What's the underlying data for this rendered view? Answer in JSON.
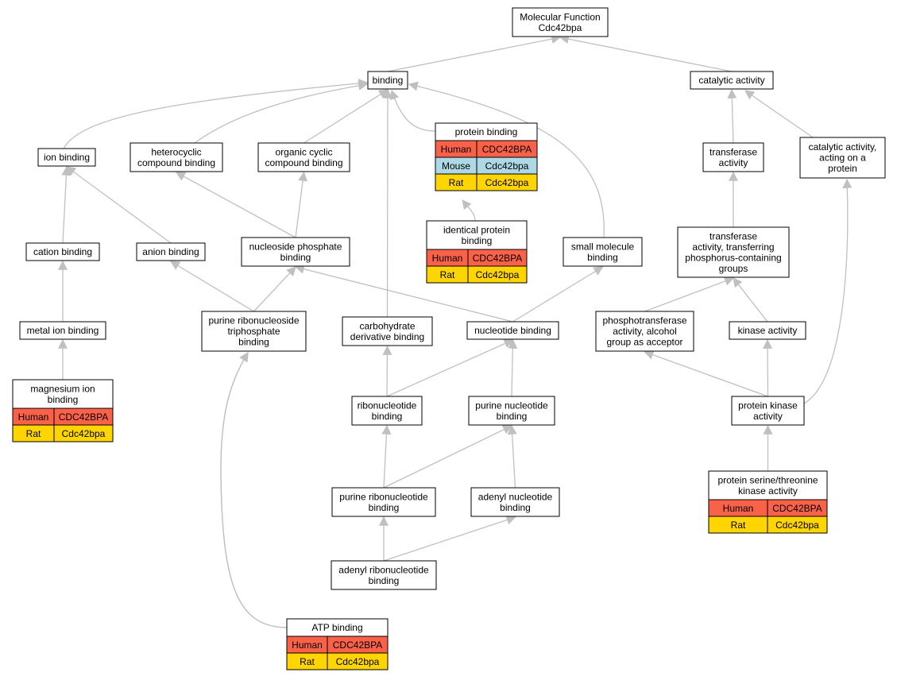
{
  "colors": {
    "edge": "#c0c0c0",
    "node_border": "#000000",
    "human": "#fa6149",
    "mouse": "#add8e6",
    "rat": "#ffd500"
  },
  "nodes": {
    "root": [
      "Molecular Function",
      "Cdc42bpa"
    ],
    "binding": [
      "binding"
    ],
    "catalytic": [
      "catalytic activity"
    ],
    "ion": [
      "ion binding"
    ],
    "heterocyclic": [
      "heterocyclic",
      "compound binding"
    ],
    "organic": [
      "organic cyclic",
      "compound binding"
    ],
    "protein_binding": [
      "protein binding"
    ],
    "transferase": [
      "transferase",
      "activity"
    ],
    "cat_protein": [
      "catalytic activity,",
      "acting on a",
      "protein"
    ],
    "identical": [
      "identical protein",
      "binding"
    ],
    "cation": [
      "cation binding"
    ],
    "anion": [
      "anion binding"
    ],
    "nuc_phos": [
      "nucleoside phosphate",
      "binding"
    ],
    "small_mol": [
      "small molecule",
      "binding"
    ],
    "trans_phos": [
      "transferase",
      "activity, transferring",
      "phosphorus-containing",
      "groups"
    ],
    "metal": [
      "metal ion binding"
    ],
    "purine_ribonucleoside": [
      "purine ribonucleoside",
      "triphosphate",
      "binding"
    ],
    "carb": [
      "carbohydrate",
      "derivative binding"
    ],
    "nucleotide": [
      "nucleotide binding"
    ],
    "phosphotrans": [
      "phosphotransferase",
      "activity, alcohol",
      "group as acceptor"
    ],
    "kinase": [
      "kinase activity"
    ],
    "magnesium": [
      "magnesium ion",
      "binding"
    ],
    "ribonucleotide": [
      "ribonucleotide",
      "binding"
    ],
    "purine_nuc": [
      "purine nucleotide",
      "binding"
    ],
    "protein_kinase": [
      "protein kinase",
      "activity"
    ],
    "purine_ribonucleotide": [
      "purine ribonucleotide",
      "binding"
    ],
    "adenyl_nuc": [
      "adenyl nucleotide",
      "binding"
    ],
    "ser_thr": [
      "protein serine/threonine",
      "kinase activity"
    ],
    "adenyl_ribo": [
      "adenyl ribonucleotide",
      "binding"
    ],
    "atp": [
      "ATP binding"
    ]
  },
  "annotations": {
    "protein_binding": [
      [
        "Human",
        "CDC42BPA"
      ],
      [
        "Mouse",
        "Cdc42bpa"
      ],
      [
        "Rat",
        "Cdc42bpa"
      ]
    ],
    "identical": [
      [
        "Human",
        "CDC42BPA"
      ],
      [
        "Rat",
        "Cdc42bpa"
      ]
    ],
    "magnesium": [
      [
        "Human",
        "CDC42BPA"
      ],
      [
        "Rat",
        "Cdc42bpa"
      ]
    ],
    "ser_thr": [
      [
        "Human",
        "CDC42BPA"
      ],
      [
        "Rat",
        "Cdc42bpa"
      ]
    ],
    "atp": [
      [
        "Human",
        "CDC42BPA"
      ],
      [
        "Rat",
        "Cdc42bpa"
      ]
    ]
  }
}
